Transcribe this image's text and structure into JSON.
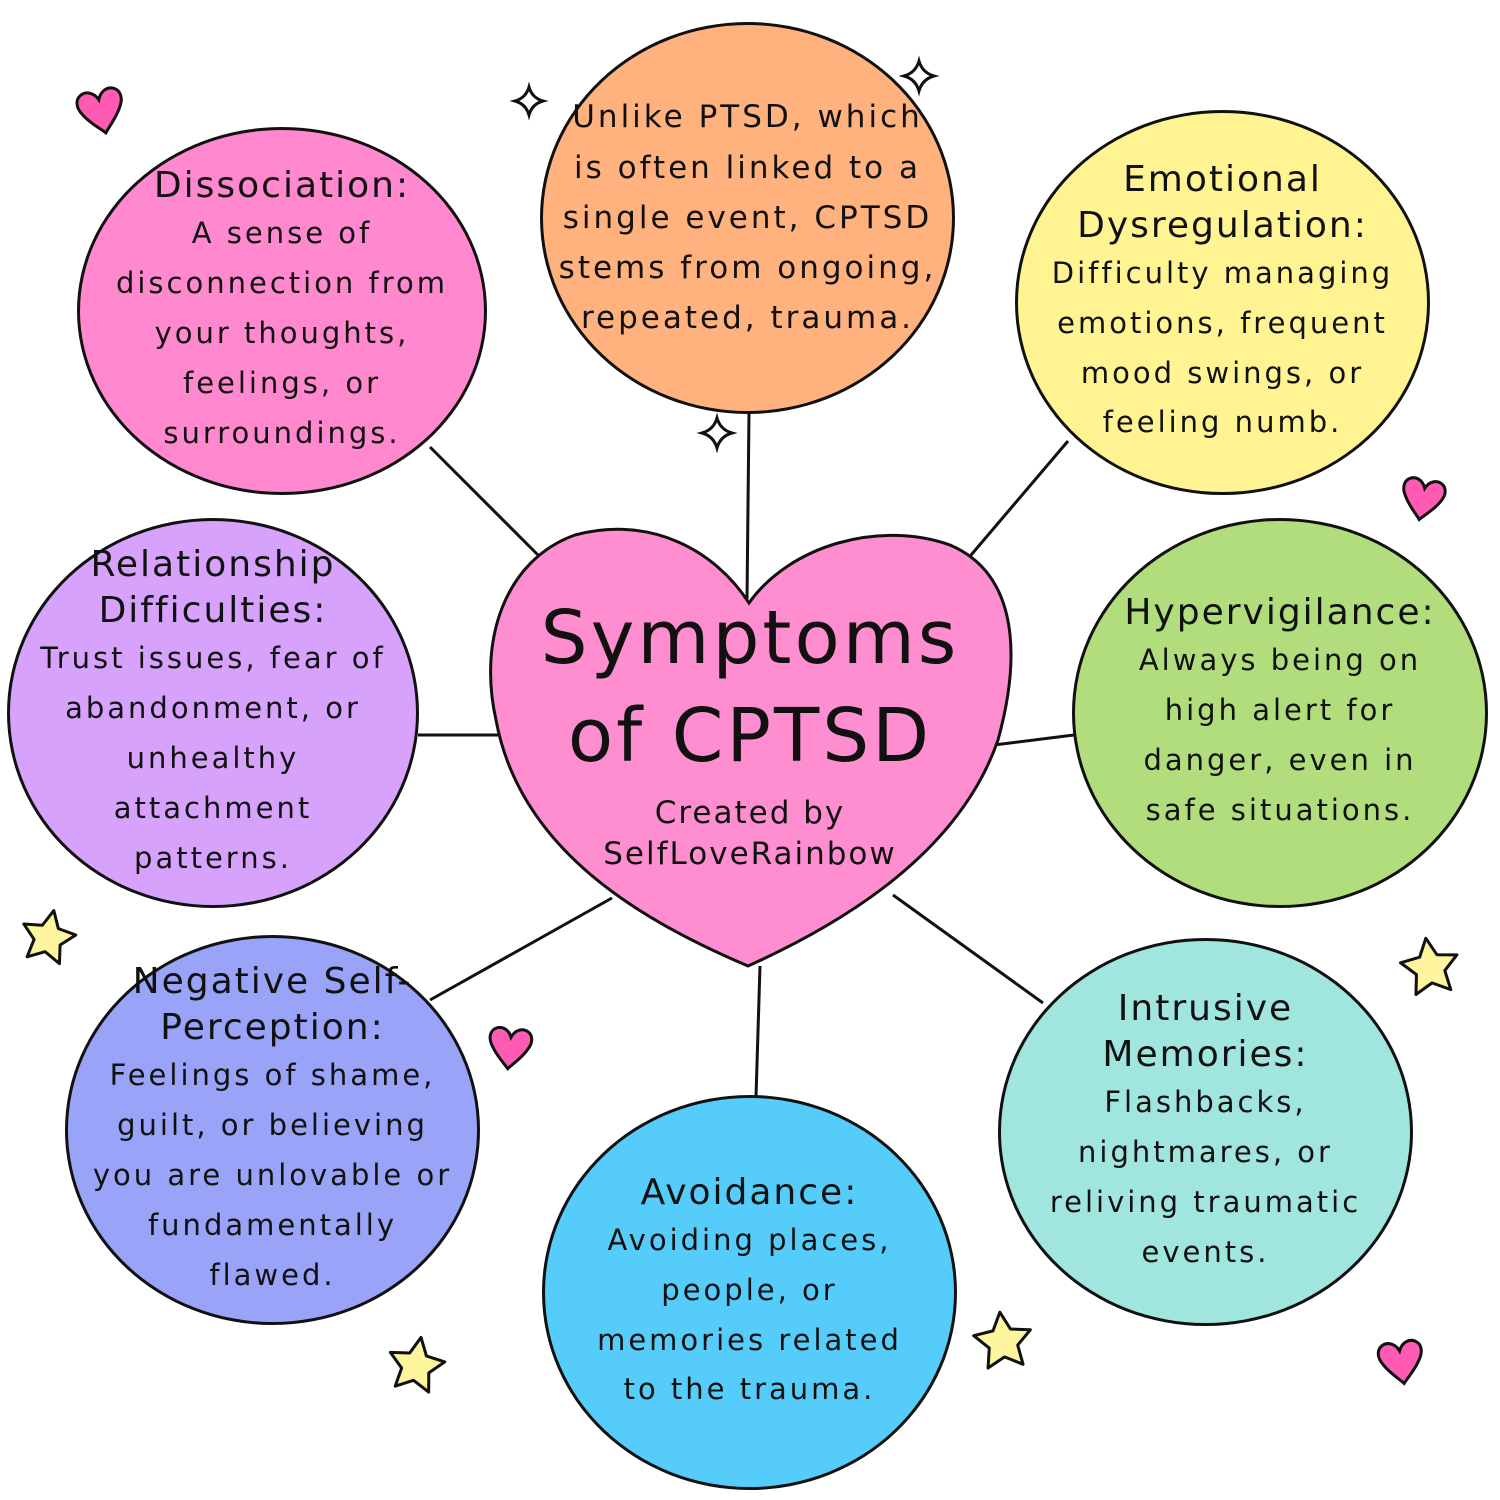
{
  "center": {
    "title": "Symptoms of CPTSD",
    "credit": "Created by SelfLoveRainbow",
    "color": "#FF8ED0"
  },
  "nodes": [
    {
      "key": "dissociation",
      "title": "Dissociation:",
      "desc": "A sense of disconnection from your thoughts, feelings, or surroundings.",
      "color": "#FF88CE"
    },
    {
      "key": "ptsd-note",
      "title": "",
      "desc": "Unlike PTSD, which is often linked to a single event, CPTSD stems from ongoing, repeated, trauma.",
      "color": "#FFB27E"
    },
    {
      "key": "emotional-dysregulation",
      "title": "Emotional Dysregulation:",
      "desc": "Difficulty managing emotions, frequent mood swings, or feeling numb.",
      "color": "#FFF491"
    },
    {
      "key": "relationship-difficulties",
      "title": "Relationship Difficulties:",
      "desc": "Trust issues, fear of abandonment, or unhealthy attachment patterns.",
      "color": "#D7A2FB"
    },
    {
      "key": "hypervigilance",
      "title": "Hypervigilance:",
      "desc": "Always being on high alert for danger, even in safe situations.",
      "color": "#B2DD7C"
    },
    {
      "key": "negative-self-perception",
      "title": "Negative Self-Perception:",
      "desc": "Feelings of shame, guilt, or believing you are unlovable or fundamentally flawed.",
      "color": "#99A3F7"
    },
    {
      "key": "avoidance",
      "title": "Avoidance:",
      "desc": "Avoiding places, people, or memories related to the trauma.",
      "color": "#55CCFA"
    },
    {
      "key": "intrusive-memories",
      "title": "Intrusive Memories:",
      "desc": "Flashbacks, nightmares, or reliving traumatic events.",
      "color": "#A0E6DE"
    }
  ],
  "decor_colors": {
    "heart": "#FF5BB5",
    "star": "#FFF59E",
    "sparkle": "#FFFFFF",
    "outline": "#111111"
  }
}
